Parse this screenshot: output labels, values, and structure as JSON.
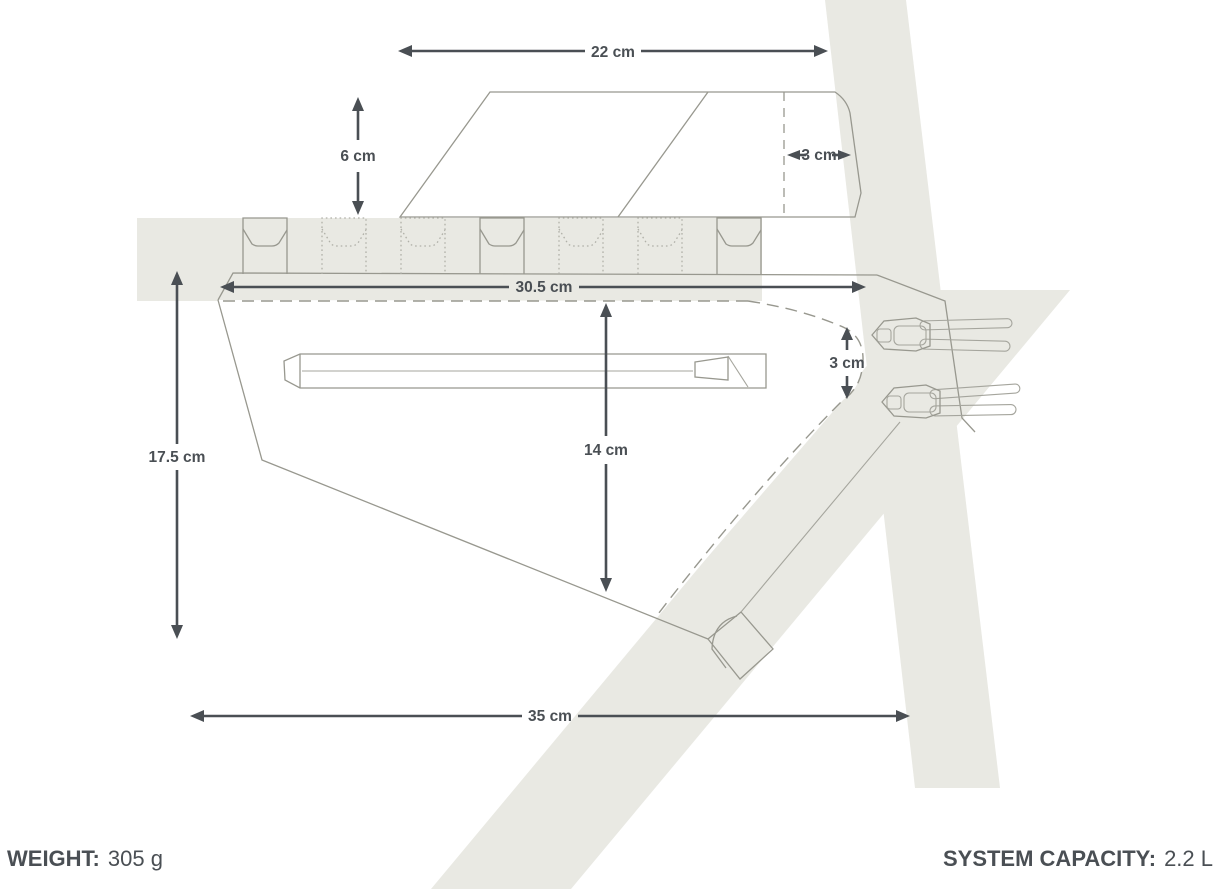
{
  "dimensions": {
    "top_width": "22 cm",
    "top_height": "6 cm",
    "top_inset": "3 cm",
    "upper_length": "30.5 cm",
    "center_height": "14 cm",
    "rear_gap": "3 cm",
    "left_height": "17.5 cm",
    "bottom_length": "35 cm"
  },
  "footer": {
    "weight_label": "WEIGHT:",
    "weight_value": "305 g",
    "capacity_label": "SYSTEM CAPACITY:",
    "capacity_value": "2.2 L"
  },
  "colors": {
    "frame_tube": "#e9e9e3",
    "bag_line": "#98988f",
    "dimension": "#4a4f54"
  }
}
